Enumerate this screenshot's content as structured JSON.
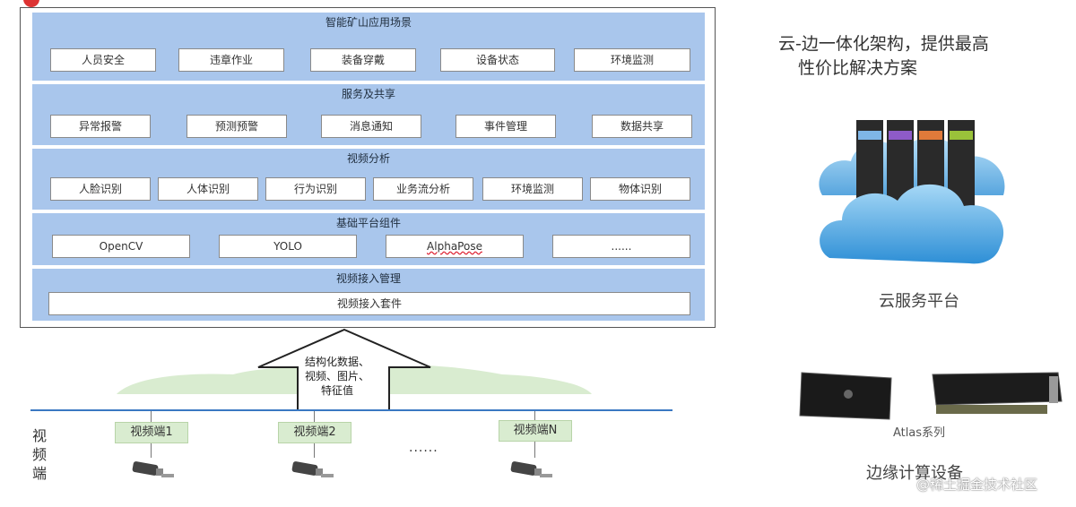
{
  "layers": [
    {
      "title": "智能矿山应用场景",
      "items": [
        "人员安全",
        "违章作业",
        "装备穿戴",
        "设备状态",
        "环境监测"
      ]
    },
    {
      "title": "服务及共享",
      "items": [
        "异常报警",
        "预测预警",
        "消息通知",
        "事件管理",
        "数据共享"
      ]
    },
    {
      "title": "视频分析",
      "items": [
        "人脸识别",
        "人体识别",
        "行为识别",
        "业务流分析",
        "环境监测",
        "物体识别"
      ]
    },
    {
      "title": "基础平台组件",
      "items": [
        "OpenCV",
        "YOLO",
        "AlphaPose",
        "......"
      ]
    },
    {
      "title": "视频接入管理",
      "items": [
        "视频接入套件"
      ]
    }
  ],
  "arrow_text": [
    "结构化数据、",
    "视频、图片、",
    "特征值"
  ],
  "endpoints": [
    "视频端1",
    "视频端2",
    "视频端N"
  ],
  "endpoint_ellipsis": "......",
  "side_label": [
    "视",
    "频",
    "端"
  ],
  "right_title": [
    "云-边一体化架构，提供最高",
    "性价比解决方案"
  ],
  "cloud_label": "云服务平台",
  "atlas_label": "Atlas系列",
  "edge_label": "边缘计算设备",
  "watermark": "@稀土掘金技术社区",
  "colors": {
    "layer_bg": "#a9c6ec",
    "ground_line": "#3a78c2",
    "ground_hill": "#d9ecd0",
    "cloud": "#4aa6e6"
  }
}
